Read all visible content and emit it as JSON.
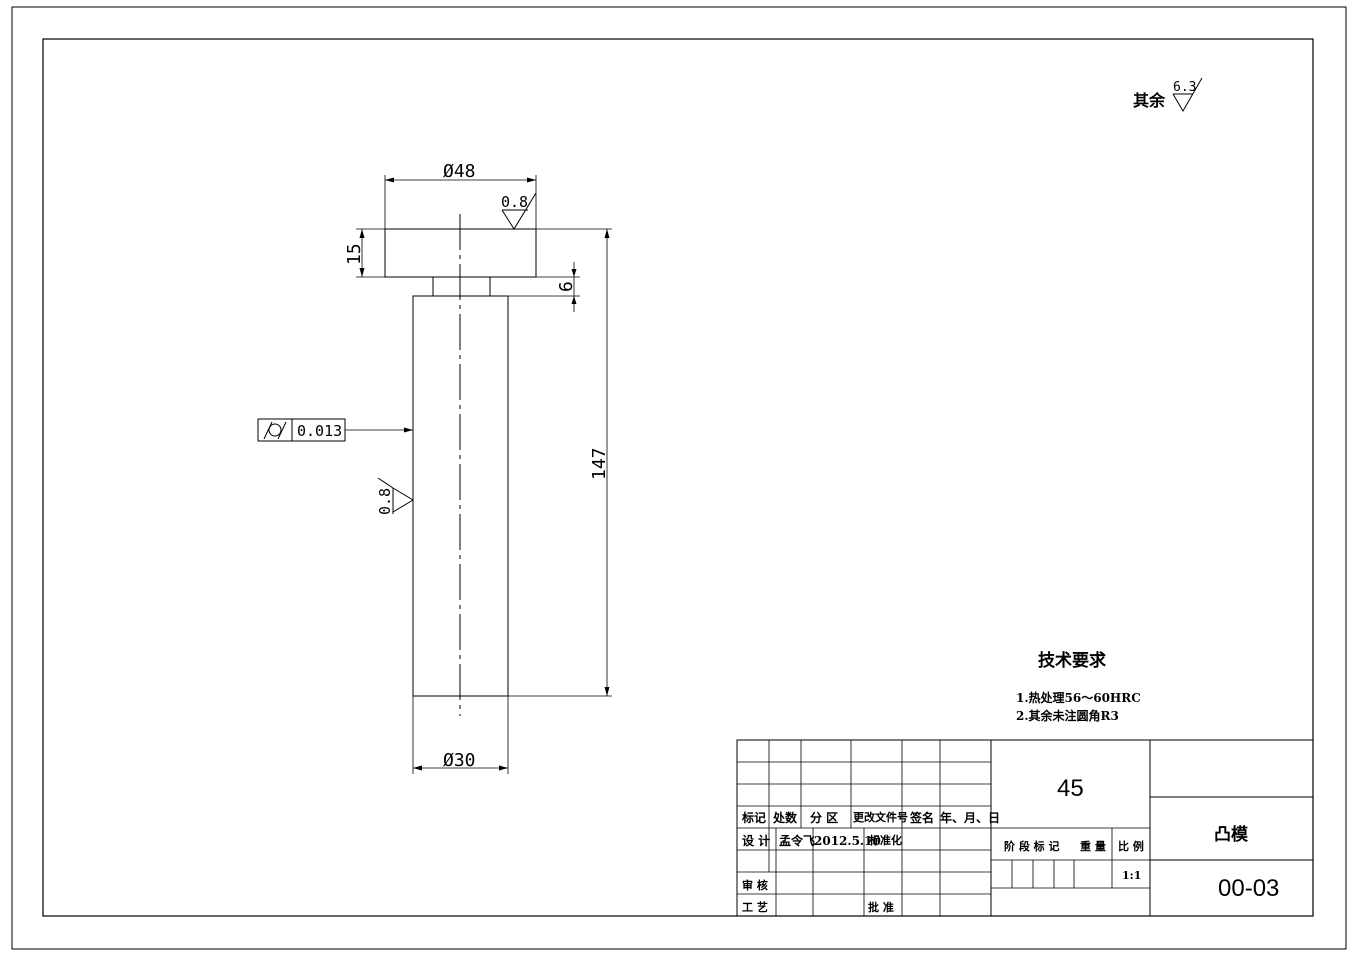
{
  "roughness_default": {
    "prefix": "其余",
    "value": "6.3"
  },
  "dims": {
    "top_diameter": "Ø48",
    "top_roughness": "0.8",
    "height_flange": "15",
    "height_neck": "6",
    "total_length": "147",
    "shaft_roughness": "0.8",
    "bottom_diameter": "Ø30"
  },
  "tolerance": {
    "symbol": "cylindricity-icon",
    "value": "0.013"
  },
  "tech_requirements": {
    "heading": "技术要求",
    "items": [
      "1.热处理56～60HRC",
      "2.其余未注圆角R3"
    ]
  },
  "title_block": {
    "headers": {
      "mark": "标记",
      "count": "处数",
      "zone": "分 区",
      "change_doc": "更改文件号",
      "sign": "签名",
      "date": "年、月、日"
    },
    "design_label": "设 计",
    "designer": "孟令飞",
    "design_date": "2012.5.10",
    "standardize_label": "标准化",
    "review_label": "审 核",
    "process_label": "工 艺",
    "approve_label": "批 准",
    "material": "45",
    "stage_label": "阶 段 标 记",
    "weight_label": "重 量",
    "scale_label": "比 例",
    "scale": "1:1",
    "part_name": "凸模",
    "drawing_no": "00-03"
  }
}
